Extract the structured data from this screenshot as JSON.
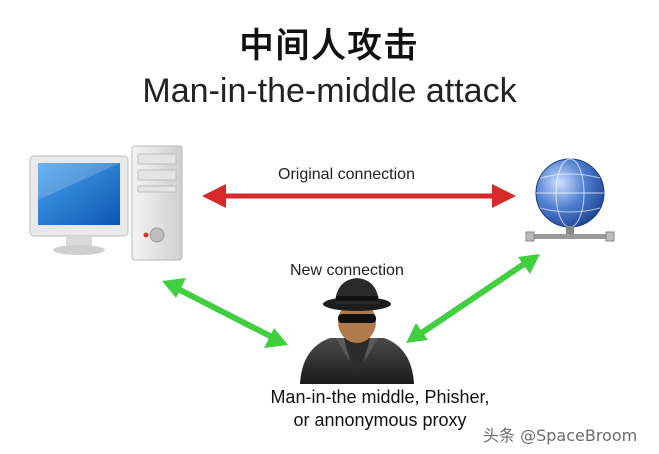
{
  "title_zh": "中间人攻击",
  "title_en": "Man-in-the-middle attack",
  "labels": {
    "original": "Original connection",
    "new": "New connection"
  },
  "attacker_caption": {
    "line1": "Man-in-the middle, Phisher,",
    "line2": "or annonymous proxy"
  },
  "watermark": "头条 @SpaceBroom",
  "colors": {
    "original_arrow": "#d62a2a",
    "new_arrow": "#3fcf3f",
    "monitor_blue": "#1a73d1",
    "globe_blue": "#2a63b8"
  },
  "icons": {
    "computer": "desktop-computer-icon",
    "server": "globe-server-icon",
    "attacker": "hacker-fedora-icon"
  }
}
